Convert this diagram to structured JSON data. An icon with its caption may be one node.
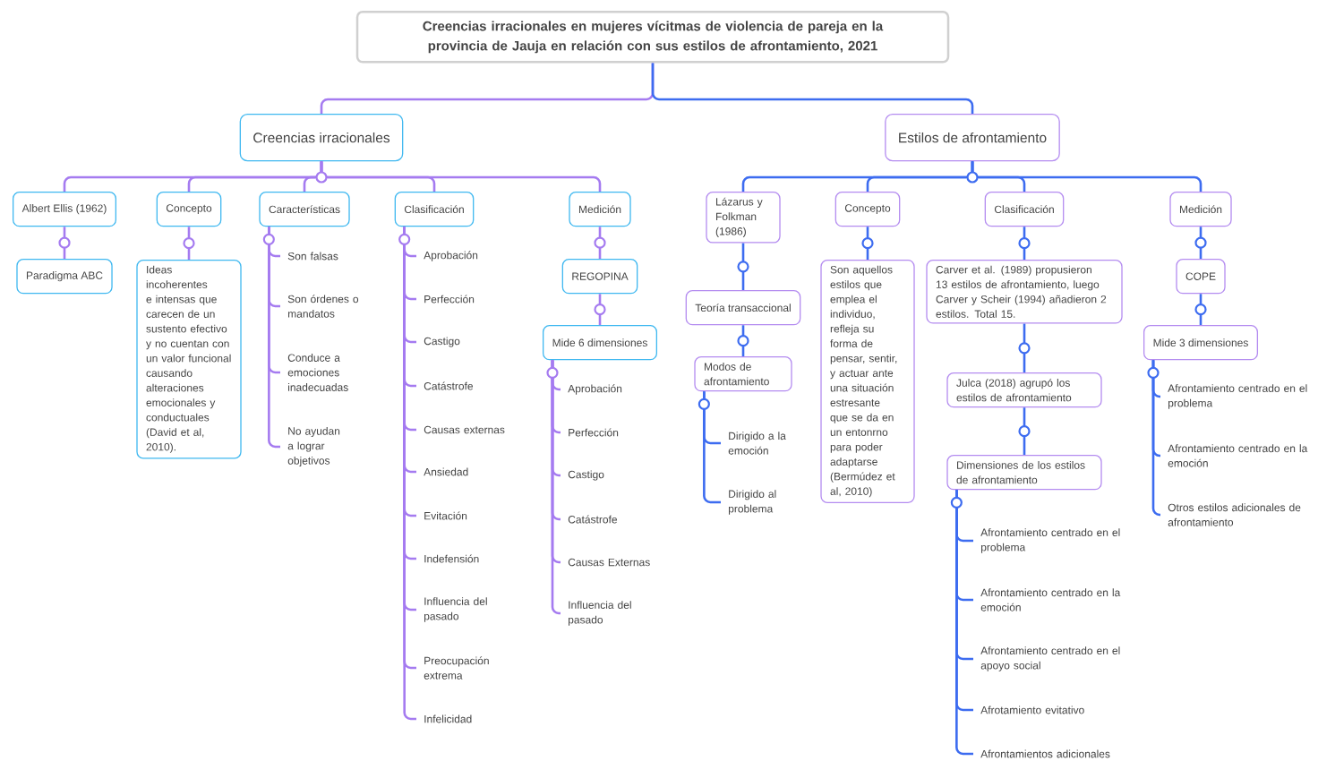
{
  "diagram": {
    "nodes": [
      {
        "text": [
          "Creencias irracionales en mujeres vícitmas de violencia de pareja en la provincia de Jauja en relación con sus estilos de afrontamiento, 2021"
        ]
      },
      {
        "text": [
          "Creencias irracionales"
        ]
      },
      {
        "text": [
          "Estilos de afrontamiento"
        ]
      },
      {
        "text": [
          "Albert Ellis (1962)"
        ]
      },
      {
        "text": [
          "Paradigma ABC"
        ]
      },
      {
        "text": [
          "Concepto"
        ]
      },
      {
        "text": [
          "Ideas incoherentes e intensas que carecen de un sustento efectivo y no cuentan con un valor funcional causando alteraciones emocionales y conductuales (David et al, 2010)."
        ]
      },
      {
        "text": [
          "Características"
        ]
      },
      {
        "text": [
          "Son falsas"
        ]
      },
      {
        "text": [
          "Son órdenes o mandatos"
        ]
      },
      {
        "text": [
          "Conduce a emociones inadecuadas"
        ]
      },
      {
        "text": [
          "No ayudan a lograr objetivos"
        ]
      },
      {
        "text": [
          "Clasificación"
        ]
      },
      {
        "text": [
          "Aprobación"
        ]
      },
      {
        "text": [
          "Perfección"
        ]
      },
      {
        "text": [
          "Castigo"
        ]
      },
      {
        "text": [
          "Catástrofe"
        ]
      },
      {
        "text": [
          "Causas externas"
        ]
      },
      {
        "text": [
          "Ansiedad"
        ]
      },
      {
        "text": [
          "Evitación"
        ]
      },
      {
        "text": [
          "Indefensión"
        ]
      },
      {
        "text": [
          "Influencia del pasado"
        ]
      },
      {
        "text": [
          "Preocupación extrema"
        ]
      },
      {
        "text": [
          "Infelicidad"
        ]
      },
      {
        "text": [
          "Medición"
        ]
      },
      {
        "text": [
          "REGOPINA"
        ]
      },
      {
        "text": [
          "Mide 6 dimensiones"
        ]
      },
      {
        "text": [
          "Aprobación"
        ]
      },
      {
        "text": [
          "Perfección"
        ]
      },
      {
        "text": [
          "Castigo"
        ]
      },
      {
        "text": [
          "Catástrofe"
        ]
      },
      {
        "text": [
          "Causas Externas"
        ]
      },
      {
        "text": [
          "Influencia del pasado"
        ]
      },
      {
        "text": [
          "Lázarus y Folkman (1986)"
        ]
      },
      {
        "text": [
          "Teoría transaccional"
        ]
      },
      {
        "text": [
          "Modos de afrontamiento"
        ]
      },
      {
        "text": [
          "Dirigido a la emoción"
        ]
      },
      {
        "text": [
          "Dirigido al problema"
        ]
      },
      {
        "text": [
          "Concepto"
        ]
      },
      {
        "text": [
          "Son aquellos estilos que emplea el individuo, refleja su forma de pensar, sentir, y actuar ante una situación estresante que se da en un entonrno para poder adaptarse (Bermúdez et al, 2010)"
        ]
      },
      {
        "text": [
          "Clasificación"
        ]
      },
      {
        "text": [
          "Carver et al. (1989) propusieron 13 estilos de afrontamiento, luego Carver y Scheir (1994) añadieron 2 estilos. Total 15."
        ]
      },
      {
        "text": [
          "Julca (2018) agrupó los estilos de afrontamiento"
        ]
      },
      {
        "text": [
          "Dimensiones de los estilos de afrontamiento"
        ]
      },
      {
        "text": [
          "Afrontamiento centrado en el problema"
        ]
      },
      {
        "text": [
          "Afrontamiento centrado en la emoción"
        ]
      },
      {
        "text": [
          "Afrontamiento centrado en el apoyo social"
        ]
      },
      {
        "text": [
          "Afrotamiento evitativo"
        ]
      },
      {
        "text": [
          "Afrontamientos adicionales"
        ]
      },
      {
        "text": [
          "Medición"
        ]
      },
      {
        "text": [
          "COPE"
        ]
      },
      {
        "text": [
          "Mide 3 dimensiones"
        ]
      },
      {
        "text": [
          "Afrontamiento centrado en el problema"
        ]
      },
      {
        "text": [
          "Afrontamiento centrado en la emoción"
        ]
      },
      {
        "text": [
          "Otros estilos adicionales de afrontamiento"
        ]
      }
    ],
    "edges": [
      {
        "from": 0,
        "to": 1,
        "arrow": "none"
      },
      {
        "from": 0,
        "to": 2,
        "arrow": "none",
        "color": "#3d6cf0"
      },
      {
        "from": 1,
        "to": 3,
        "arrow": "none"
      },
      {
        "from": 1,
        "to": 5,
        "arrow": "none"
      },
      {
        "from": 1,
        "to": 7,
        "arrow": "none"
      },
      {
        "from": 1,
        "to": 12,
        "arrow": "none"
      },
      {
        "from": 1,
        "to": 24,
        "arrow": "none"
      },
      {
        "from": 3,
        "to": 4,
        "arrow": "none"
      },
      {
        "from": 5,
        "to": 6,
        "arrow": "none"
      },
      {
        "from": 7,
        "to": 8,
        "arrow": "none"
      },
      {
        "from": 7,
        "to": 9,
        "arrow": "none"
      },
      {
        "from": 7,
        "to": 10,
        "arrow": "none"
      },
      {
        "from": 7,
        "to": 11,
        "arrow": "none"
      },
      {
        "from": 12,
        "to": 13,
        "arrow": "none"
      },
      {
        "from": 12,
        "to": 14,
        "arrow": "none"
      },
      {
        "from": 12,
        "to": 15,
        "arrow": "none"
      },
      {
        "from": 12,
        "to": 16,
        "arrow": "none"
      },
      {
        "from": 12,
        "to": 17,
        "arrow": "none"
      },
      {
        "from": 12,
        "to": 18,
        "arrow": "none"
      },
      {
        "from": 12,
        "to": 19,
        "arrow": "none"
      },
      {
        "from": 12,
        "to": 20,
        "arrow": "none"
      },
      {
        "from": 12,
        "to": 21,
        "arrow": "none"
      },
      {
        "from": 12,
        "to": 22,
        "arrow": "none"
      },
      {
        "from": 12,
        "to": 23,
        "arrow": "none"
      },
      {
        "from": 24,
        "to": 25,
        "arrow": "none"
      },
      {
        "from": 25,
        "to": 26,
        "arrow": "none"
      },
      {
        "from": 26,
        "to": 27,
        "arrow": "none"
      },
      {
        "from": 26,
        "to": 28,
        "arrow": "none"
      },
      {
        "from": 26,
        "to": 29,
        "arrow": "none"
      },
      {
        "from": 26,
        "to": 30,
        "arrow": "none"
      },
      {
        "from": 26,
        "to": 31,
        "arrow": "none"
      },
      {
        "from": 26,
        "to": 32,
        "arrow": "none"
      },
      {
        "from": 2,
        "to": 33,
        "arrow": "none",
        "color": "#3d6cf0"
      },
      {
        "from": 2,
        "to": 38,
        "arrow": "none",
        "color": "#3d6cf0"
      },
      {
        "from": 2,
        "to": 40,
        "arrow": "none",
        "color": "#3d6cf0"
      },
      {
        "from": 2,
        "to": 49,
        "arrow": "none",
        "color": "#3d6cf0"
      },
      {
        "from": 33,
        "to": 34,
        "arrow": "none",
        "color": "#3d6cf0"
      },
      {
        "from": 34,
        "to": 35,
        "arrow": "none",
        "color": "#3d6cf0"
      },
      {
        "from": 35,
        "to": 36,
        "arrow": "none",
        "color": "#3d6cf0"
      },
      {
        "from": 35,
        "to": 37,
        "arrow": "none",
        "color": "#3d6cf0"
      },
      {
        "from": 38,
        "to": 39,
        "arrow": "none",
        "color": "#3d6cf0"
      },
      {
        "from": 40,
        "to": 41,
        "arrow": "none",
        "color": "#3d6cf0"
      },
      {
        "from": 41,
        "to": 42,
        "arrow": "none",
        "color": "#3d6cf0"
      },
      {
        "from": 42,
        "to": 43,
        "arrow": "none",
        "color": "#3d6cf0"
      },
      {
        "from": 43,
        "to": 44,
        "arrow": "none",
        "color": "#3d6cf0"
      },
      {
        "from": 43,
        "to": 45,
        "arrow": "none",
        "color": "#3d6cf0"
      },
      {
        "from": 43,
        "to": 46,
        "arrow": "none",
        "color": "#3d6cf0"
      },
      {
        "from": 43,
        "to": 47,
        "arrow": "none",
        "color": "#3d6cf0"
      },
      {
        "from": 43,
        "to": 48,
        "arrow": "none",
        "color": "#3d6cf0"
      },
      {
        "from": 49,
        "to": 50,
        "arrow": "none",
        "color": "#3d6cf0"
      },
      {
        "from": 50,
        "to": 51,
        "arrow": "none",
        "color": "#3d6cf0"
      },
      {
        "from": 51,
        "to": 52,
        "arrow": "none",
        "color": "#3d6cf0"
      },
      {
        "from": 51,
        "to": 53,
        "arrow": "none",
        "color": "#3d6cf0"
      },
      {
        "from": 51,
        "to": 54,
        "arrow": "none",
        "color": "#3d6cf0"
      }
    ]
  }
}
